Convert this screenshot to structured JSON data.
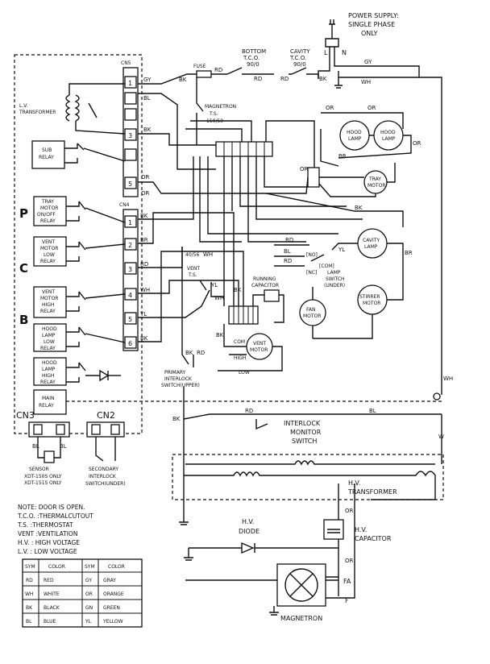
{
  "power_supply": {
    "line1": "POWER SUPPLY:",
    "line2": "SINGLE PHASE",
    "line3": "ONLY",
    "L": "L",
    "N": "N",
    "GY": "GY",
    "WH": "WH"
  },
  "tco_bottom": {
    "l1": "BOTTOM",
    "l2": "T.C.O.",
    "l3": "90/0"
  },
  "tco_cavity": {
    "l1": "CAVITY",
    "l2": "T.C.O.",
    "l3": "90/0"
  },
  "fuse": "FUSE",
  "magnetron_ts": {
    "l1": "MAGNETRON",
    "l2": "T.S.",
    "l3": "150/50"
  },
  "cn5": "CN5",
  "cn4": "CN4",
  "cn3": "CN3",
  "cn2": "CN2",
  "lv_transformer": {
    "l1": "L.V.",
    "l2": "TRANSFORMER"
  },
  "sub_relay": {
    "l1": "SUB",
    "l2": "RELAY"
  },
  "tray_relay": {
    "l1": "TRAY",
    "l2": "MOTOR",
    "l3": "ON/OFF",
    "l4": "RELAY"
  },
  "vent_low_relay": {
    "l1": "VENT",
    "l2": "MOTOR",
    "l3": "LOW",
    "l4": "RELAY"
  },
  "vent_high_relay": {
    "l1": "VENT",
    "l2": "MOTOR",
    "l3": "HIGH",
    "l4": "RELAY"
  },
  "hood_low_relay": {
    "l1": "HOOD",
    "l2": "LAMP",
    "l3": "LOW",
    "l4": "RELAY"
  },
  "hood_high_relay": {
    "l1": "HOOD",
    "l2": "LAMP",
    "l3": "HIGH",
    "l4": "RELAY"
  },
  "main_relay": {
    "l1": "MAIN",
    "l2": "RELAY"
  },
  "side_letters": [
    "P",
    "C",
    "B"
  ],
  "cn5_pins": [
    "1",
    "3",
    "5"
  ],
  "cn4_pins": [
    "1",
    "2",
    "3",
    "4",
    "5",
    "6"
  ],
  "wire_colors": {
    "GY": "GY",
    "BL": "BL",
    "BK": "BK",
    "OR": "OR",
    "BR": "BR",
    "RD": "RD",
    "WH": "WH",
    "YL": "YL",
    "W": "W"
  },
  "hood_lamp": {
    "l1": "HOOD",
    "l2": "LAMP"
  },
  "tray_motor": {
    "l1": "TRAY",
    "l2": "MOTOR"
  },
  "cavity_lamp": {
    "l1": "CAVITY",
    "l2": "LAMP"
  },
  "fan_motor": {
    "l1": "FAN",
    "l2": "MOTOR"
  },
  "stirrer_motor": {
    "l1": "STIRRER",
    "l2": "MOTOR"
  },
  "vent_motor": {
    "l1": "VENT",
    "l2": "MOTOR"
  },
  "vent_ts": {
    "l1": "40/56",
    "l2": "VENT",
    "l3": "T.S."
  },
  "lamp_switch": {
    "l1": "LAMP",
    "l2": "SWITCH",
    "l3": "(UNDER)",
    "com": "[COM]",
    "no": "[NO]",
    "nc": "[NC]"
  },
  "running_capacitor": {
    "l1": "RUNNING",
    "l2": "CAPACITOR"
  },
  "vent_speeds": {
    "com": "COM",
    "high": "HIGH",
    "low": "LOW"
  },
  "primary_interlock": {
    "l1": "PRIMARY",
    "l2": "INTERLOCK",
    "l3": "SWITCH(UPPER)"
  },
  "interlock_monitor": {
    "l1": "INTERLOCK",
    "l2": "MONITOR",
    "l3": "SWITCH"
  },
  "hv_transformer": {
    "l1": "H.V.",
    "l2": "TRANSFORMER"
  },
  "hv_diode": {
    "l1": "H.V.",
    "l2": "DIODE"
  },
  "hv_capacitor": {
    "l1": "H.V.",
    "l2": "CAPACITOR"
  },
  "magnetron": "MAGNETRON",
  "fa": "FA",
  "f": "F",
  "sensor": {
    "label": "SENSOR",
    "n1": "XDT-150S ONLY",
    "n2": "XDT-151S ONLY"
  },
  "secondary_interlock": {
    "l1": "SECONDARY",
    "l2": "INTERLOCK",
    "l3": "SWITCH(UNDER)"
  },
  "notes": [
    "NOTE: DOOR IS OPEN.",
    "T.C.O. :THERMALCUTOUT",
    "T.S.    :THERMOSTAT",
    "VENT :VENTILATION",
    "H.V.   : HIGH VOLTAGE",
    "L.V.   : LOW VOLTAGE"
  ],
  "color_table": {
    "headers": [
      "SYM",
      "COLOR",
      "SYM",
      "COLOR"
    ],
    "rows": [
      [
        "RD",
        "RED",
        "GY",
        "GRAY"
      ],
      [
        "WH",
        "WHITE",
        "OR",
        "ORANGE"
      ],
      [
        "BK",
        "BLACK",
        "GN",
        "GREEN"
      ],
      [
        "BL",
        "BLUE",
        "YL",
        "YELLOW"
      ]
    ]
  }
}
